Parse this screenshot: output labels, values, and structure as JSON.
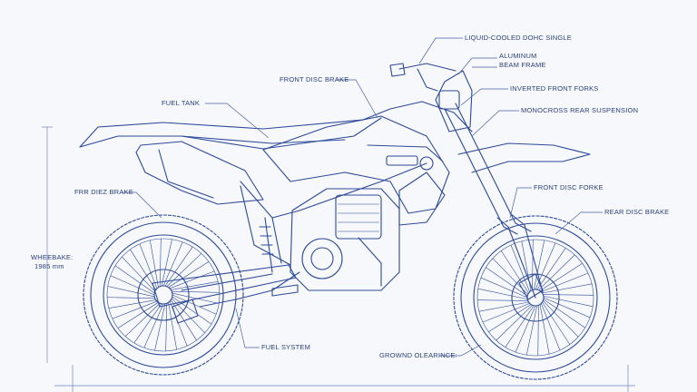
{
  "labels": {
    "engine": "LIQUID-COOLED DOHC SINGLE",
    "frame_line1": "ALUMINUM",
    "frame_line2": "BEAM FRAME",
    "front_disc_brake_top": "FRONT DISC BRAKE",
    "inverted_forks": "INVERTED FRONT FORKS",
    "fuel_tank": "FUEL TANK",
    "mono_suspension": "MONOCROSS REAR SUSPENSION",
    "rear_brake_left": "FRR DIEZ BRAKE",
    "front_disc_forks": "FRONT DISC FORKE",
    "rear_disc_brake": "REAR DISC BRAKE",
    "wheelbase_line1": "WHEEBAKE:",
    "wheelbase_line2": "1985 mm",
    "fuel_system": "FUEL SYSTEM",
    "ground_clearance": "GROWND OLEARINCE:"
  },
  "colors": {
    "ink": "#2d4a9a",
    "paper": "#f7f8fb"
  }
}
